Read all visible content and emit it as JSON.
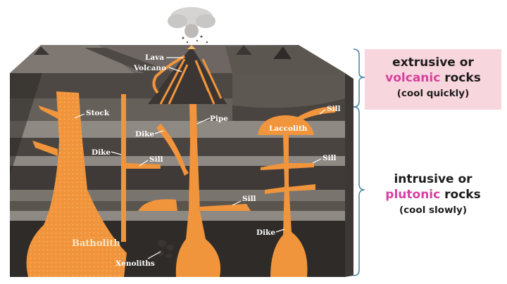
{
  "labels": {
    "lava": "Lava",
    "volcano": "Volcano",
    "stock": "Stock",
    "pipe": "Pipe",
    "dike_center": "Dike",
    "dike_left": "Dike",
    "dike_right": "Dike",
    "sill_left": "Sill",
    "sill_mid": "Sill",
    "sill_right": "Sill",
    "sill_top": "Sill",
    "laccolith": "Laccolith",
    "batholith": "Batholith",
    "xenoliths": "Xenoliths"
  },
  "extrusive": {
    "line1": "extrusive or",
    "highlight": "volcanic",
    "after_highlight": " rocks",
    "line3": "(cool quickly)"
  },
  "intrusive": {
    "line1": "intrusive or",
    "highlight": "plutonic",
    "after_highlight": " rocks",
    "line3": "(cool slowly)"
  },
  "colors": {
    "magma": "#f1953c",
    "magma_light": "#f6b463",
    "rock_dark": "#2e2b29",
    "rock_mid": "#58524d",
    "rock_light": "#8f8984",
    "bracket": "#4b87a8",
    "highlight": "#d63fa0",
    "panel_bg": "#f8d6dd"
  }
}
